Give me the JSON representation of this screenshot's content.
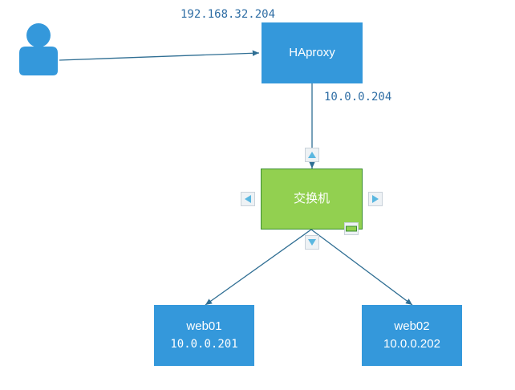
{
  "nodes": {
    "haproxy": {
      "label": "HAproxy",
      "ip": "192.168.32.204",
      "inner_ip": "10.0.0.204"
    },
    "switch": {
      "label": "交换机"
    },
    "web01": {
      "label": "web01",
      "ip": "10.0.0.201"
    },
    "web02": {
      "label": "web02",
      "ip": "10.0.0.202"
    }
  },
  "colors": {
    "server_box": "#3498db",
    "switch_box": "#92d050",
    "connector": "#2f6e93",
    "ip_text": "#2e6da4",
    "user_icon": "#3498db"
  },
  "icons": {
    "user": "user-icon",
    "handles": [
      "arrow-up-handle",
      "arrow-left-handle",
      "arrow-right-handle",
      "arrow-down-handle",
      "resize-handle"
    ]
  }
}
